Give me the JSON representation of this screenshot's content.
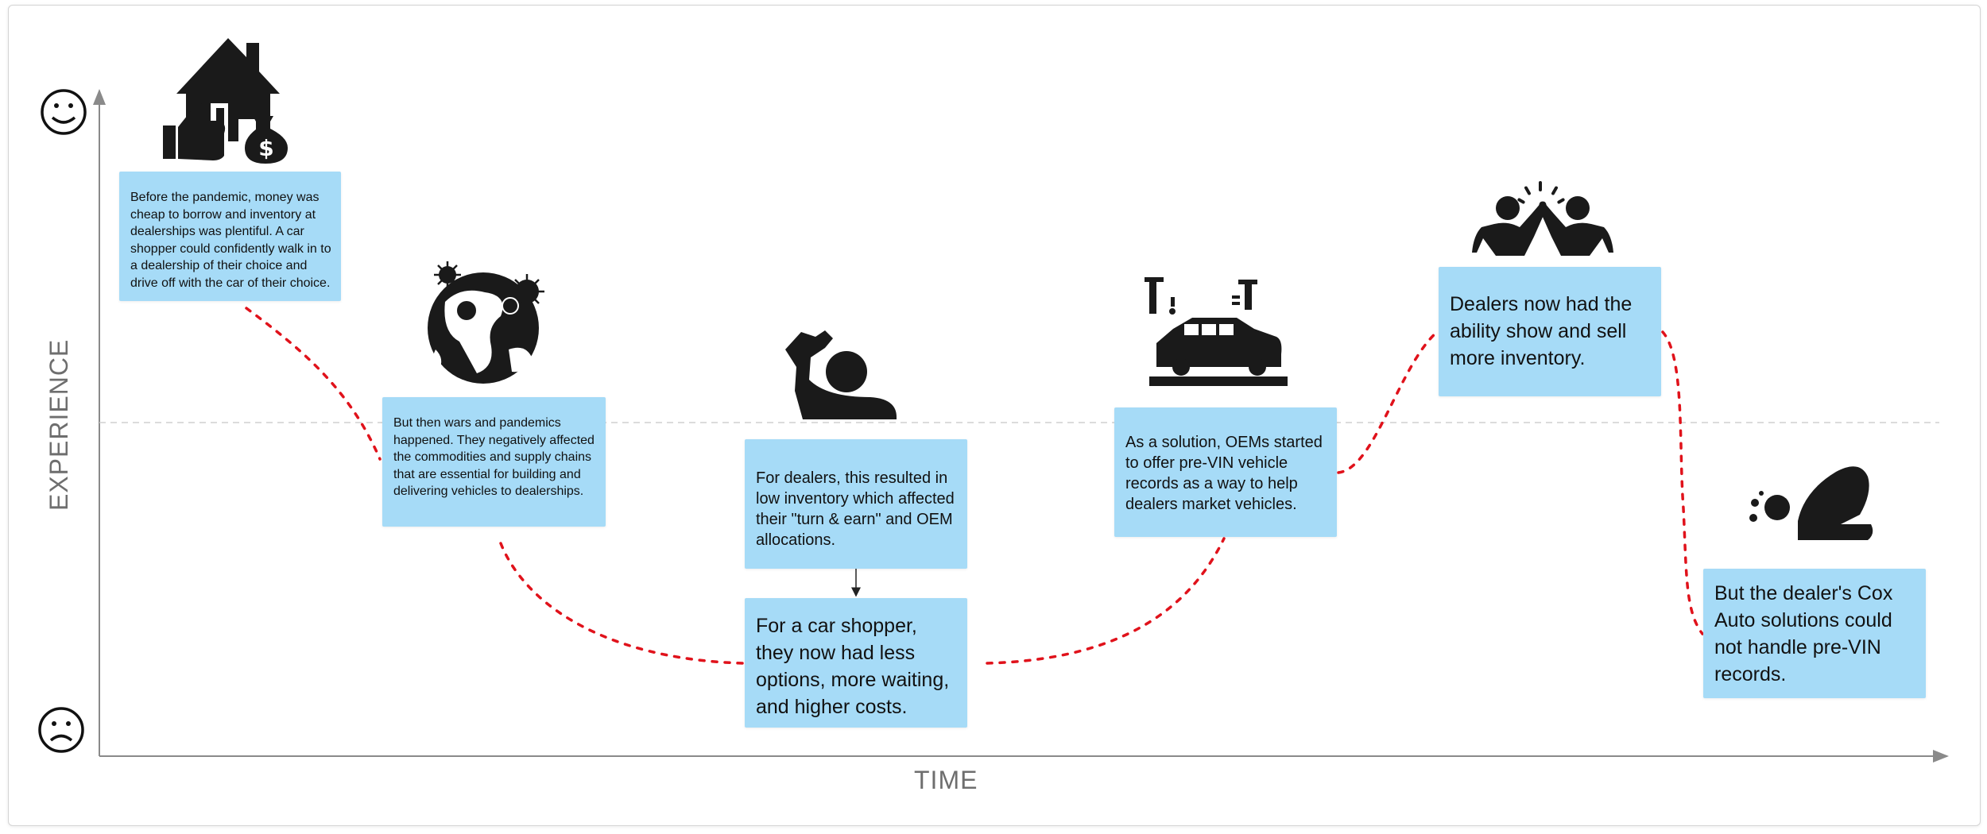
{
  "axes": {
    "x_label": "TIME",
    "y_label": "EXPERIENCE"
  },
  "faces": {
    "top": "smiley-face-icon",
    "bottom": "sad-face-icon"
  },
  "stages": [
    {
      "id": "pre-pandemic",
      "icon": "house-thumbs-up-money-bag-icon",
      "text": "Before the pandemic, money was cheap to borrow and inventory at dealerships was plentiful. A car shopper could confidently walk in to a dealership of their choice and drive off with the car of their choice."
    },
    {
      "id": "wars-pandemics",
      "icon": "globe-virus-icon",
      "text": "But then wars and pandemics happened. They negatively affected the commodities and supply chains that are essential for building and delivering vehicles to dealerships."
    },
    {
      "id": "low-inventory",
      "icon": "frustrated-person-icon",
      "text": "For dealers, this resulted in low inventory which affected their \"turn & earn\" and OEM allocations."
    },
    {
      "id": "shopper-impact",
      "icon": "",
      "text": "For a car shopper, they now had less options, more waiting, and higher costs."
    },
    {
      "id": "pre-vin-solution",
      "icon": "car-assembly-line-icon",
      "text": "As a solution, OEMs started to offer pre-VIN vehicle records as a way to help dealers market vehicles."
    },
    {
      "id": "more-inventory",
      "icon": "high-five-icon",
      "text": "Dealers now had the ability show and sell more inventory."
    },
    {
      "id": "cox-gap",
      "icon": "defeated-person-icon",
      "text": "But the dealer's Cox Auto solutions could not handle pre-VIN records."
    }
  ],
  "colors": {
    "card": "#a6dbf7",
    "path": "#e0121b",
    "axis": "#8a8a8a",
    "icon": "#1a1a1a"
  }
}
